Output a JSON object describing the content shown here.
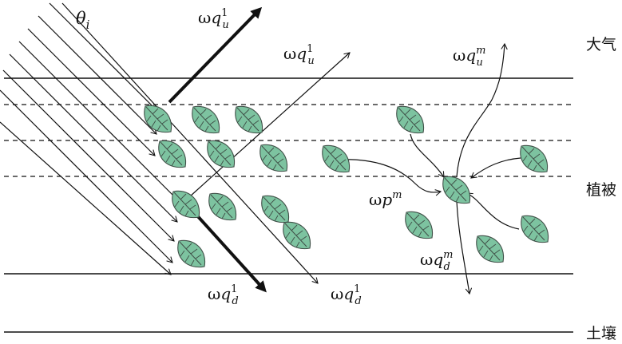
{
  "labels": {
    "theta": "θ",
    "theta_sub": "i",
    "omega": "ω",
    "q": "q",
    "p": "p",
    "sup_1": "1",
    "sup_m": "m",
    "sub_u": "u",
    "sub_d": "d",
    "layer_atmosphere": "大气",
    "layer_vegetation": "植被",
    "layer_soil": "土壤"
  },
  "colors": {
    "leaf_fill": "#7dc3a0",
    "leaf_stroke": "#3f4f47",
    "line": "#111111"
  },
  "icons": {
    "leaf": "leaf-icon"
  }
}
